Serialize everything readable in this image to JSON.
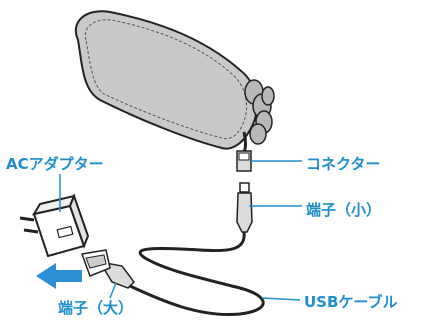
{
  "labels": {
    "ac_adapter": "ACアダプター",
    "connector": "コネクター",
    "terminal_small": "端子（小）",
    "terminal_large": "端子（大）",
    "usb_cable": "USBケーブル"
  },
  "colors": {
    "label_text": "#1f8fcf",
    "mask_fill": "#c9c9c9",
    "outline": "#222222",
    "arrow": "#2a8fd3",
    "leader_line": "#1f8fcf"
  },
  "icons": {
    "arrow": "insert-direction-arrow"
  }
}
